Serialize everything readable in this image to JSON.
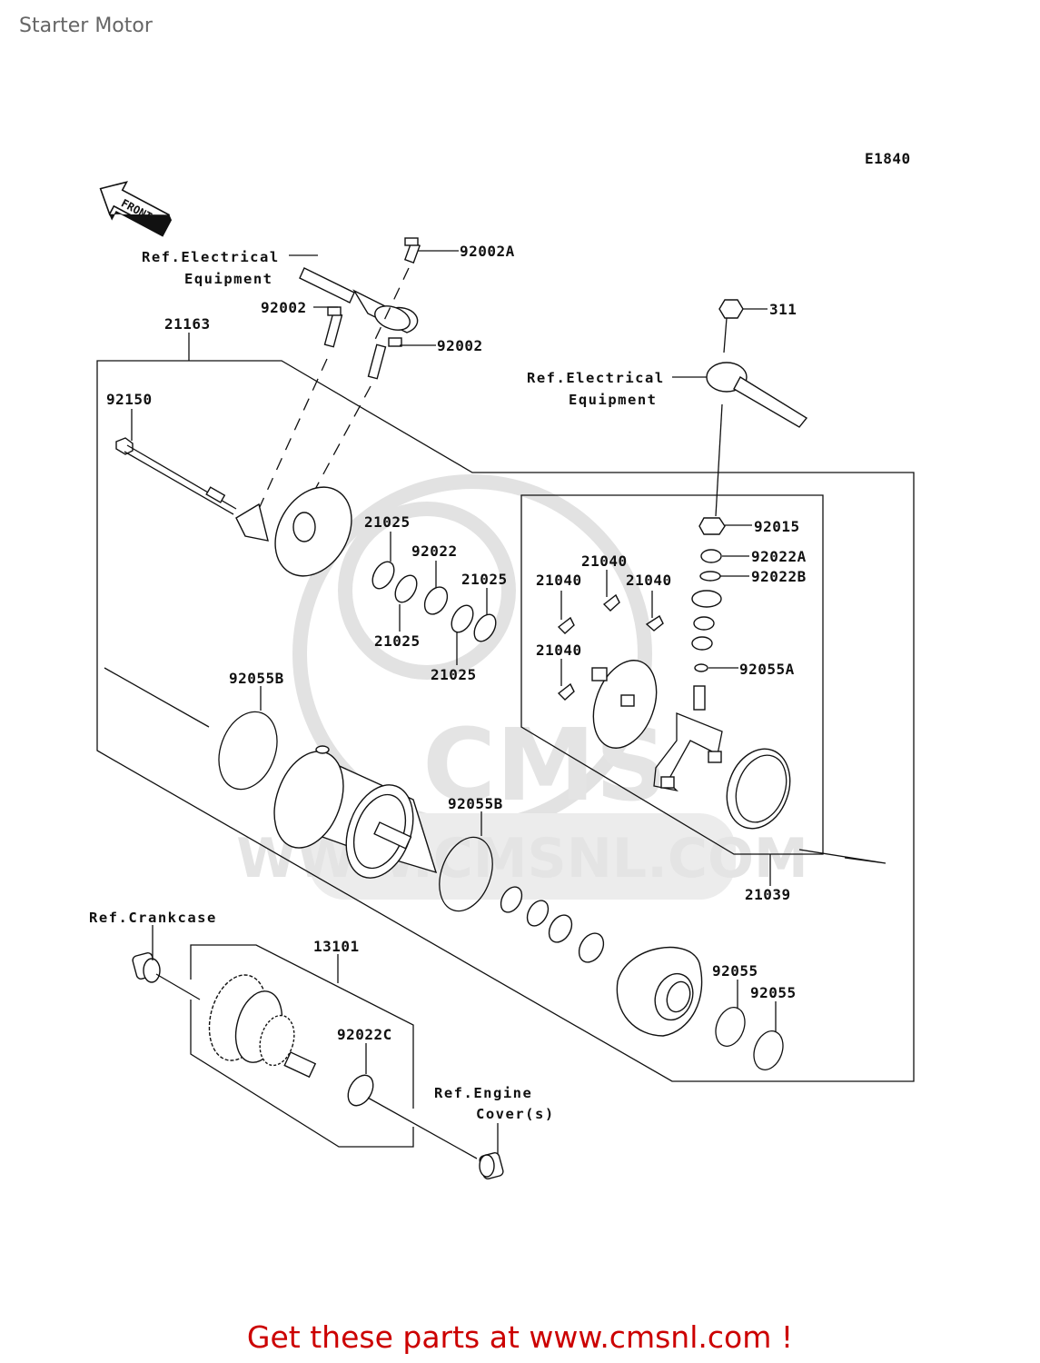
{
  "page": {
    "title": "Starter Motor",
    "diagram_code": "E1840",
    "front_marker": "FRONT",
    "promo_text": "Get these parts at www.cmsnl.com !",
    "watermark": {
      "logo": "CMS",
      "url": "WWW.CMSNL.COM"
    }
  },
  "labels": {
    "p92002A": "92002A",
    "p92002_a": "92002",
    "p92002_b": "92002",
    "p21163": "21163",
    "p92150": "92150",
    "p311": "311",
    "p21025_1": "21025",
    "p92022": "92022",
    "p21025_2": "21025",
    "p21025_3": "21025",
    "p21025_4": "21025",
    "p21040_1": "21040",
    "p21040_2": "21040",
    "p21040_3": "21040",
    "p21040_4": "21040",
    "p92015": "92015",
    "p92022A": "92022A",
    "p92022B": "92022B",
    "p92055A": "92055A",
    "p92055B_1": "92055B",
    "p92055B_2": "92055B",
    "p21039": "21039",
    "p13101": "13101",
    "p92022C": "92022C",
    "p92055_1": "92055",
    "p92055_2": "92055"
  },
  "refs": {
    "electrical_1_l1": "Ref.Electrical",
    "electrical_1_l2": "Equipment",
    "electrical_2_l1": "Ref.Electrical",
    "electrical_2_l2": "Equipment",
    "crankcase": "Ref.Crankcase",
    "engine_l1": "Ref.Engine",
    "engine_l2": "Cover(s)"
  }
}
